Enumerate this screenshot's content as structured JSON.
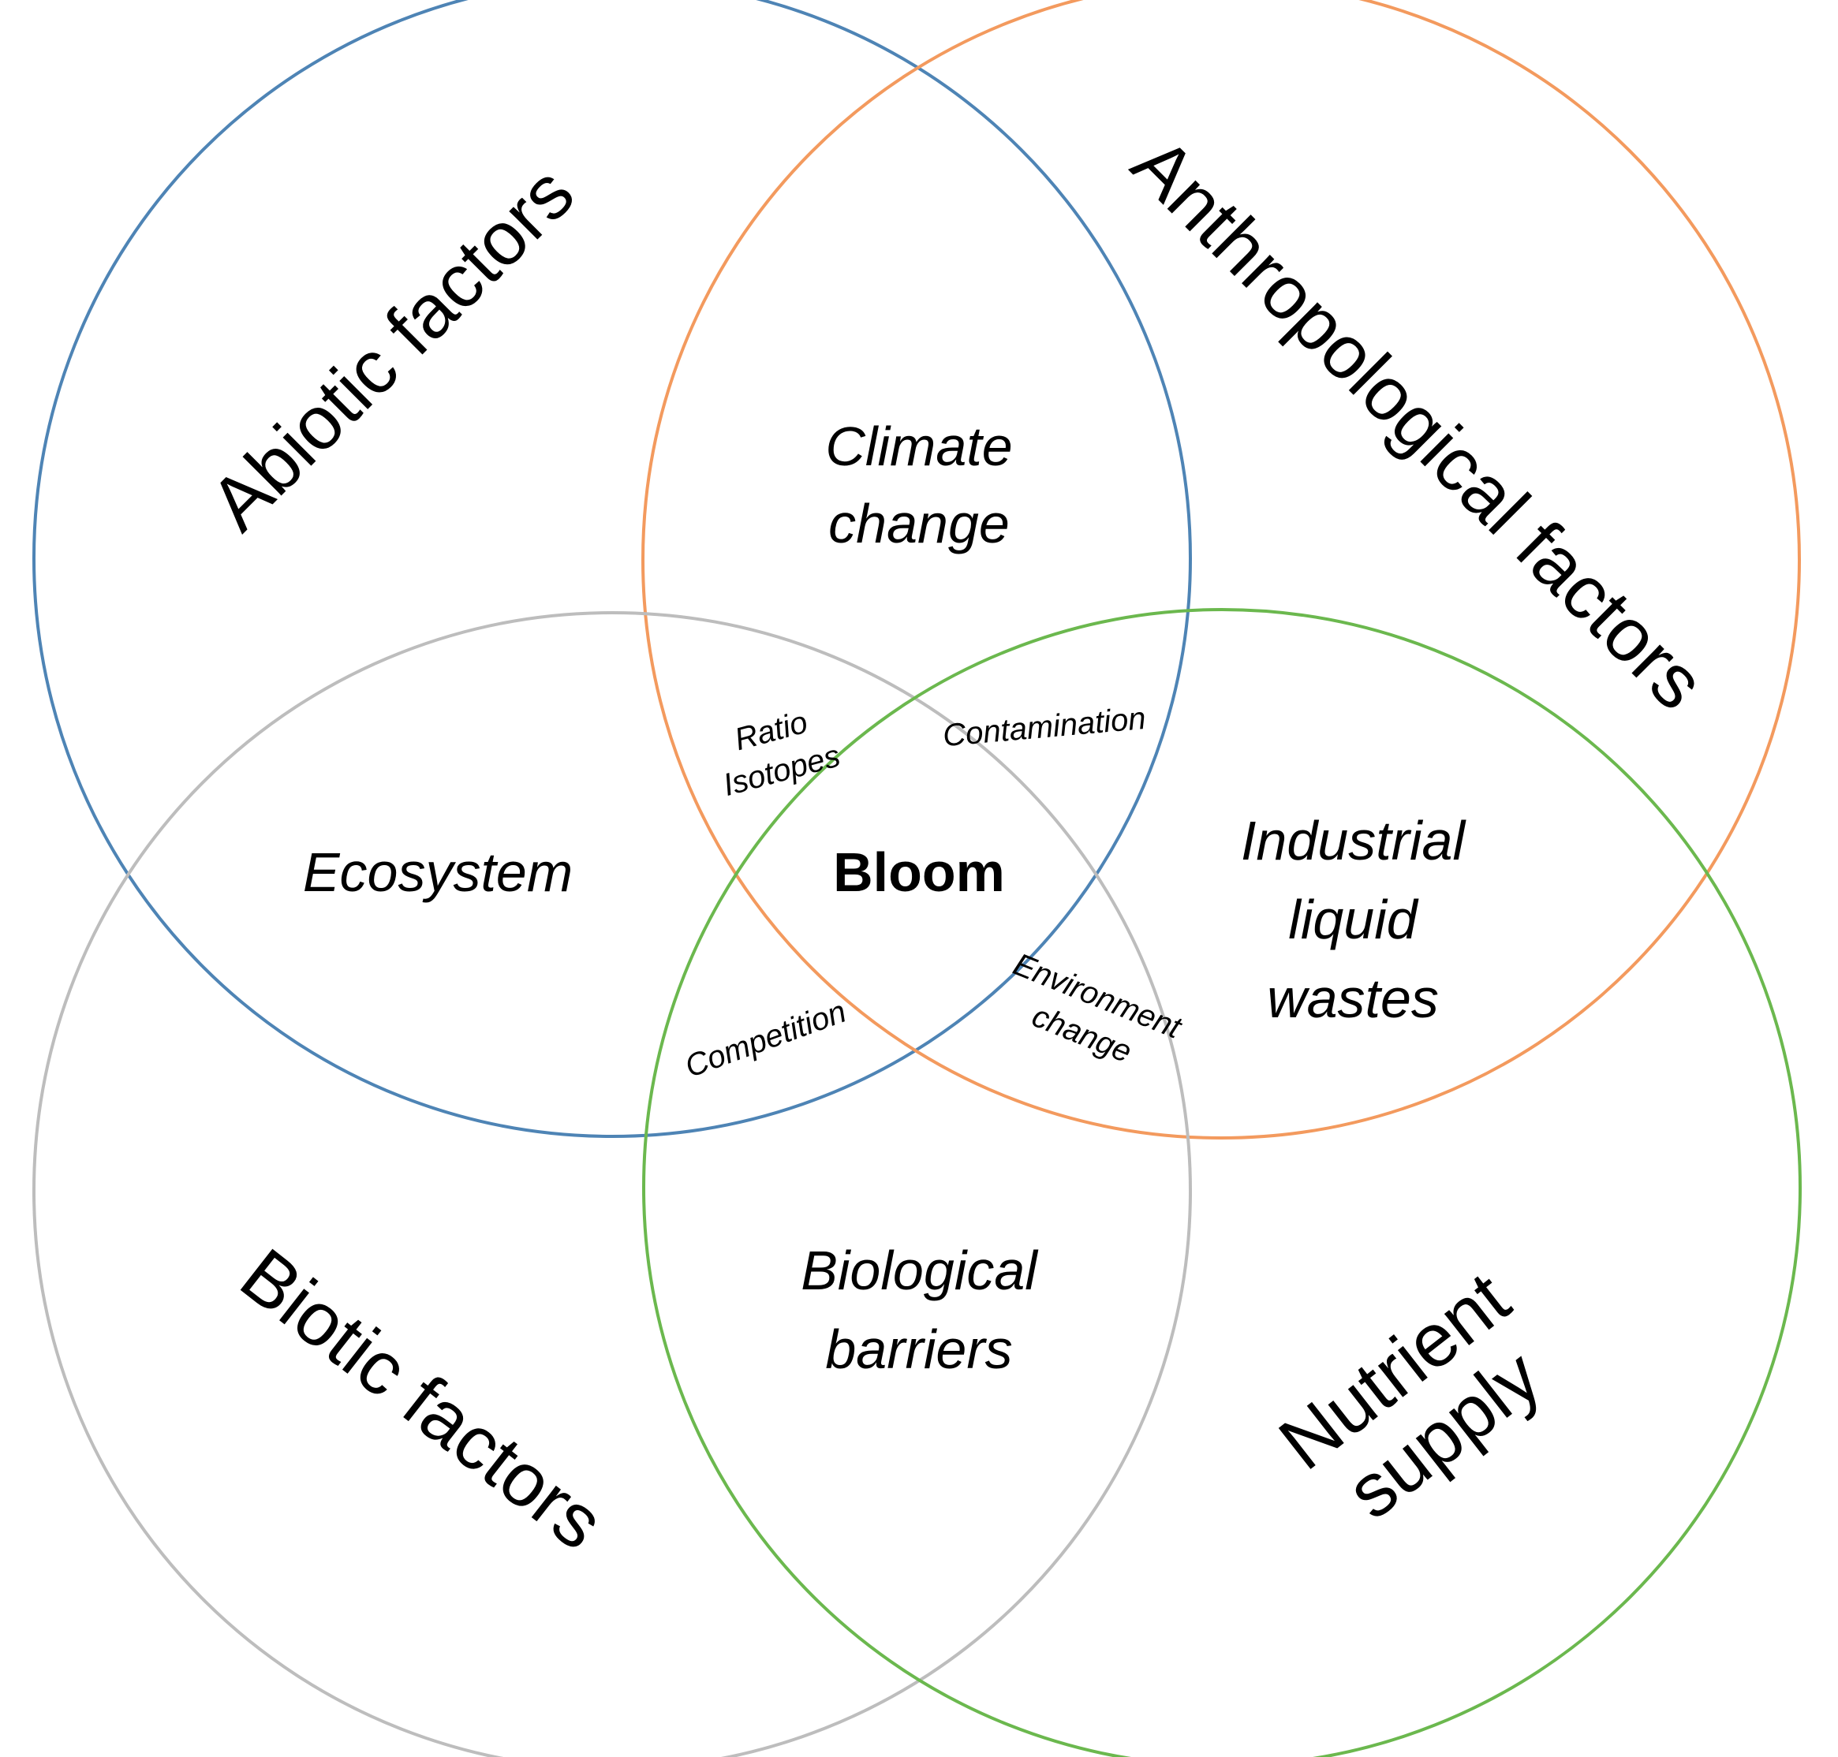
{
  "colors": {
    "abiotic": "#4e84b5",
    "anthropological": "#f39a5e",
    "biotic": "#bdbdbd",
    "nutrient": "#6bb84e"
  },
  "sets": {
    "abiotic": "Abiotic factors",
    "anthropological": "Anthropological factors",
    "biotic": "Biotic factors",
    "nutrient": {
      "line1": "Nutrient",
      "line2": "supply"
    }
  },
  "regions": {
    "climate_change": {
      "line1": "Climate",
      "line2": "change"
    },
    "ecosystem": "Ecosystem",
    "industrial": {
      "line1": "Industrial",
      "line2": "liquid",
      "line3": "wastes"
    },
    "biological_barriers": {
      "line1": "Biological",
      "line2": "barriers"
    },
    "bloom": "Bloom",
    "ratio_isotopes": {
      "line1": "Ratio",
      "line2": "Isotopes"
    },
    "contamination": "Contamination",
    "competition": "Competition",
    "environment_change": {
      "line1": "Environment",
      "line2": "change"
    }
  }
}
